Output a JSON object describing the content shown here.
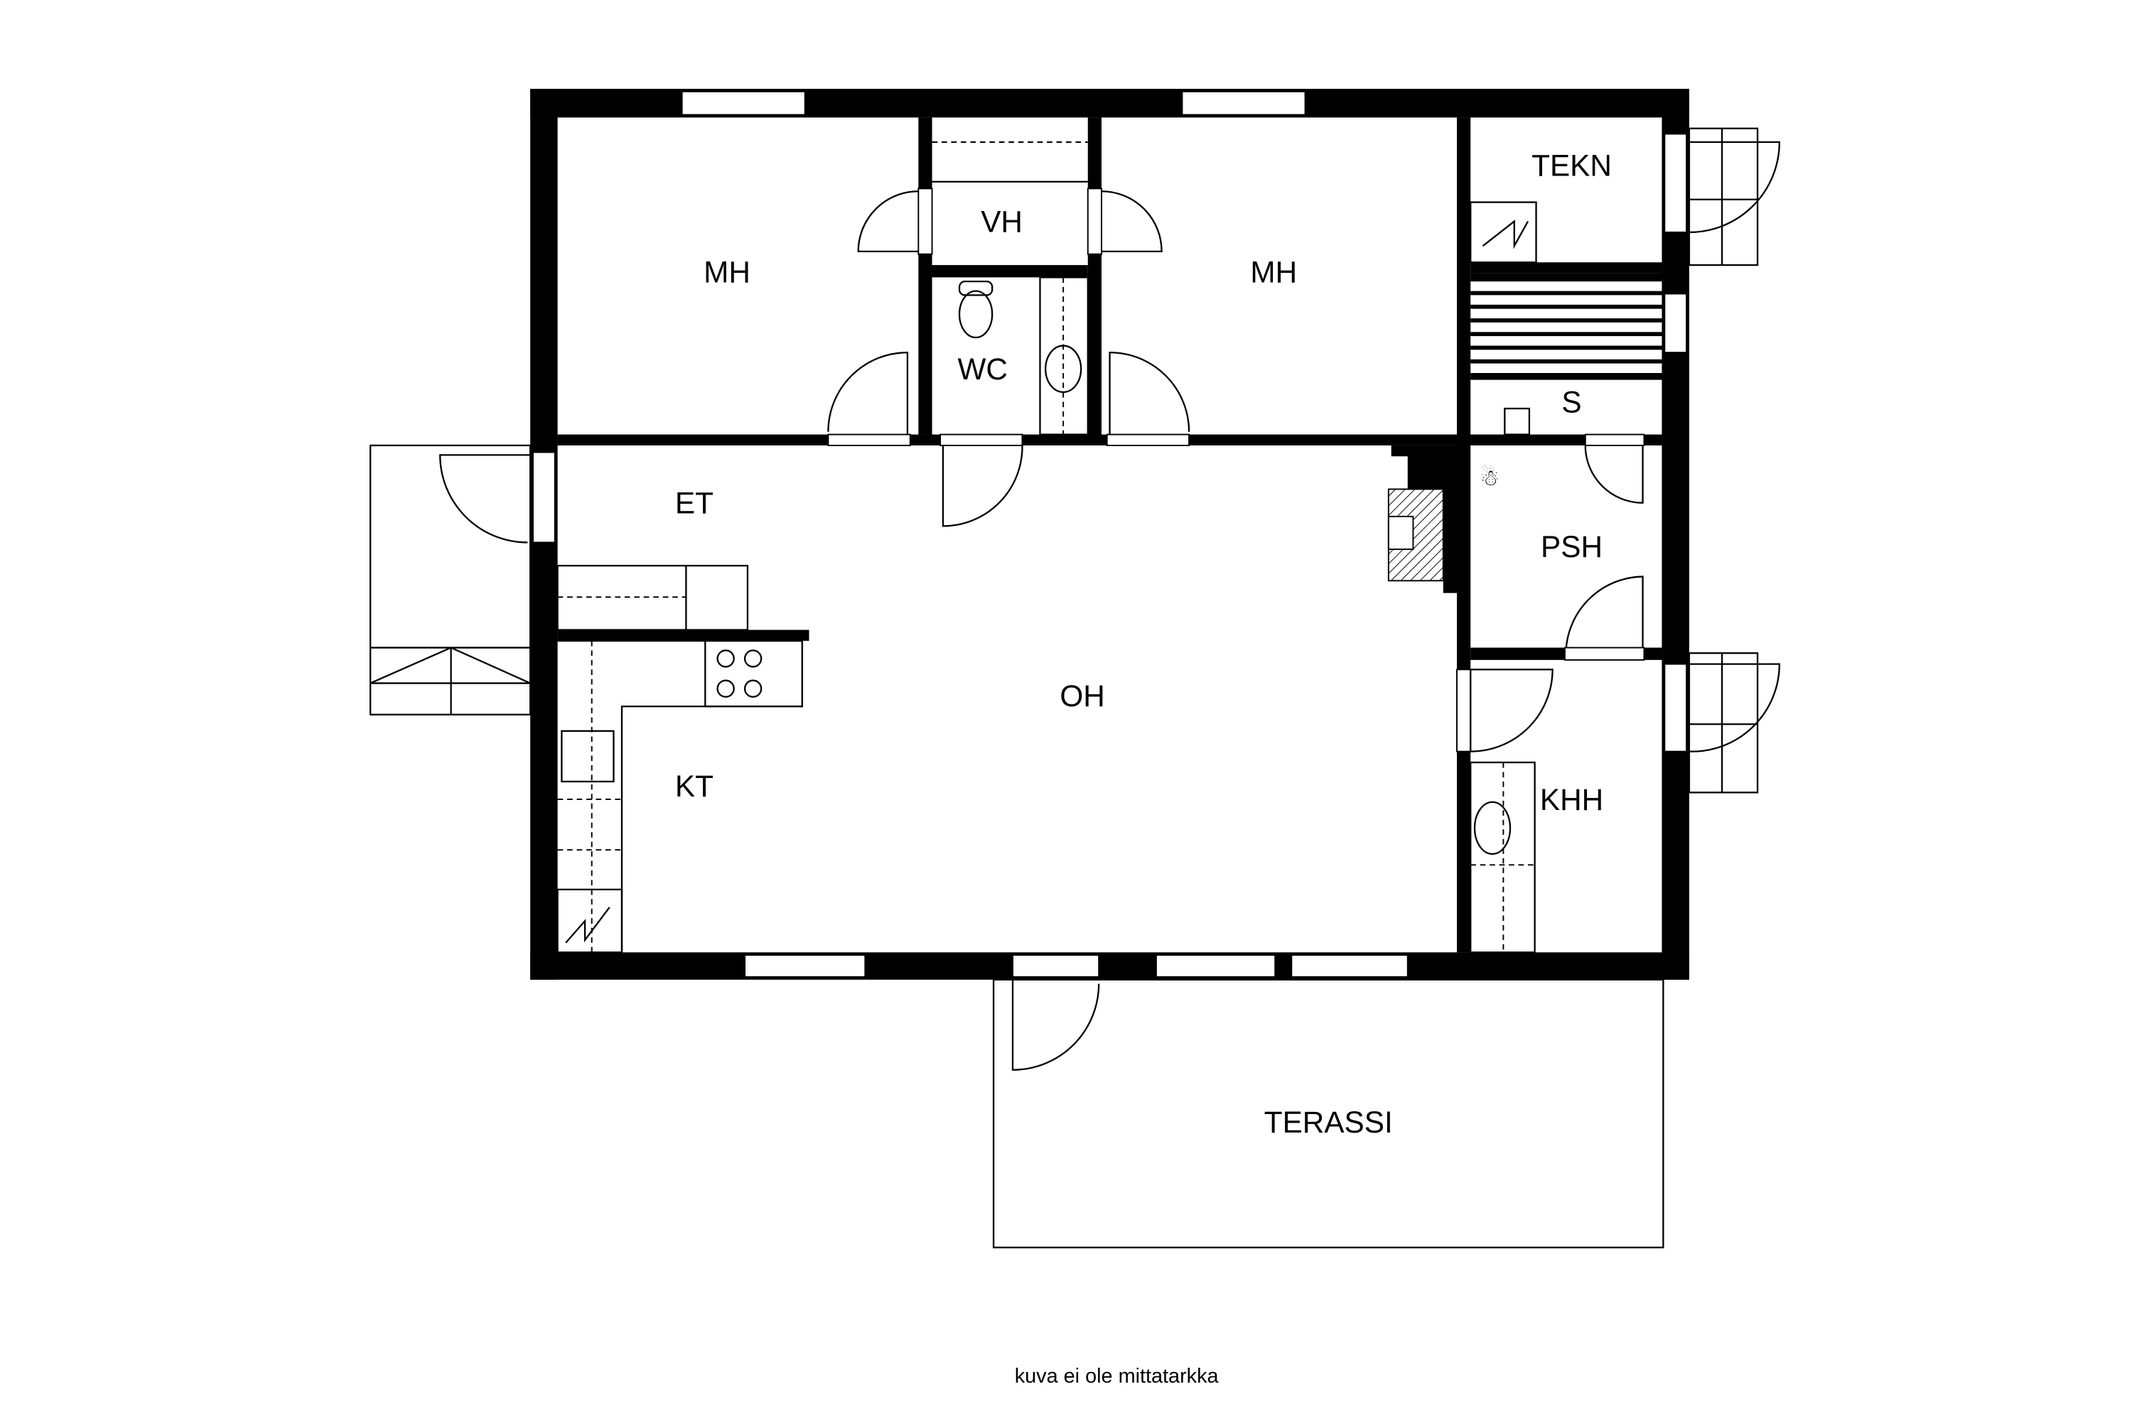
{
  "rooms": {
    "mh_left": "MH",
    "vh": "VH",
    "mh_right": "MH",
    "tekn": "TEKN",
    "wc": "WC",
    "s": "S",
    "et": "ET",
    "psh": "PSH",
    "oh": "OH",
    "kt": "KT",
    "khh": "KHH",
    "terassi": "TERASSI"
  },
  "footer_note": "kuva ei ole mittatarkka",
  "colors": {
    "wall": "#000000",
    "background": "#ffffff"
  }
}
